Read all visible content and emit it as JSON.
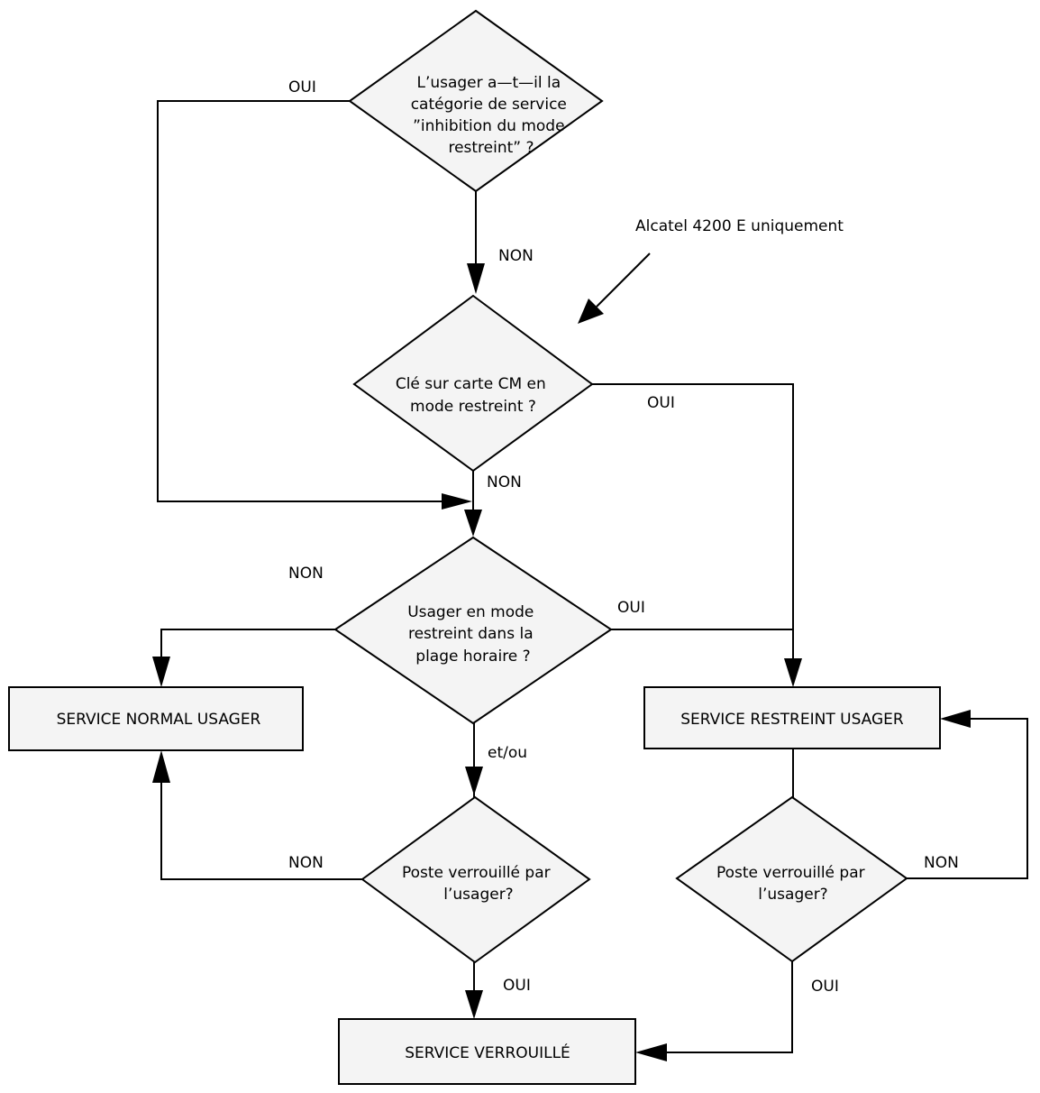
{
  "decisions": {
    "categorie": [
      "L’usager a—t—il la",
      "catégorie de service",
      "”inhibition du mode",
      "restreint” ?"
    ],
    "cle": [
      "Clé sur carte CM en",
      "mode restreint ?"
    ],
    "plage": [
      "Usager en mode",
      "restreint dans la",
      "plage horaire ?"
    ],
    "verrou_gauche": [
      "Poste verrouillé par",
      "l’usager?"
    ],
    "verrou_droite": [
      "Poste verrouillé par",
      "l’usager?"
    ]
  },
  "boxes": {
    "normal": "SERVICE NORMAL USAGER",
    "restreint": "SERVICE RESTREINT USAGER",
    "verrouille": "SERVICE VERROUILLÉ"
  },
  "labels": {
    "oui_1": "OUI",
    "non_1": "NON",
    "oui_2": "OUI",
    "non_2": "NON",
    "non_3": "NON",
    "oui_3": "OUI",
    "et_ou": "et/ou",
    "non_4": "NON",
    "oui_4": "OUI",
    "non_5": "NON",
    "oui_5": "OUI"
  },
  "annotation": "Alcatel 4200 E uniquement"
}
